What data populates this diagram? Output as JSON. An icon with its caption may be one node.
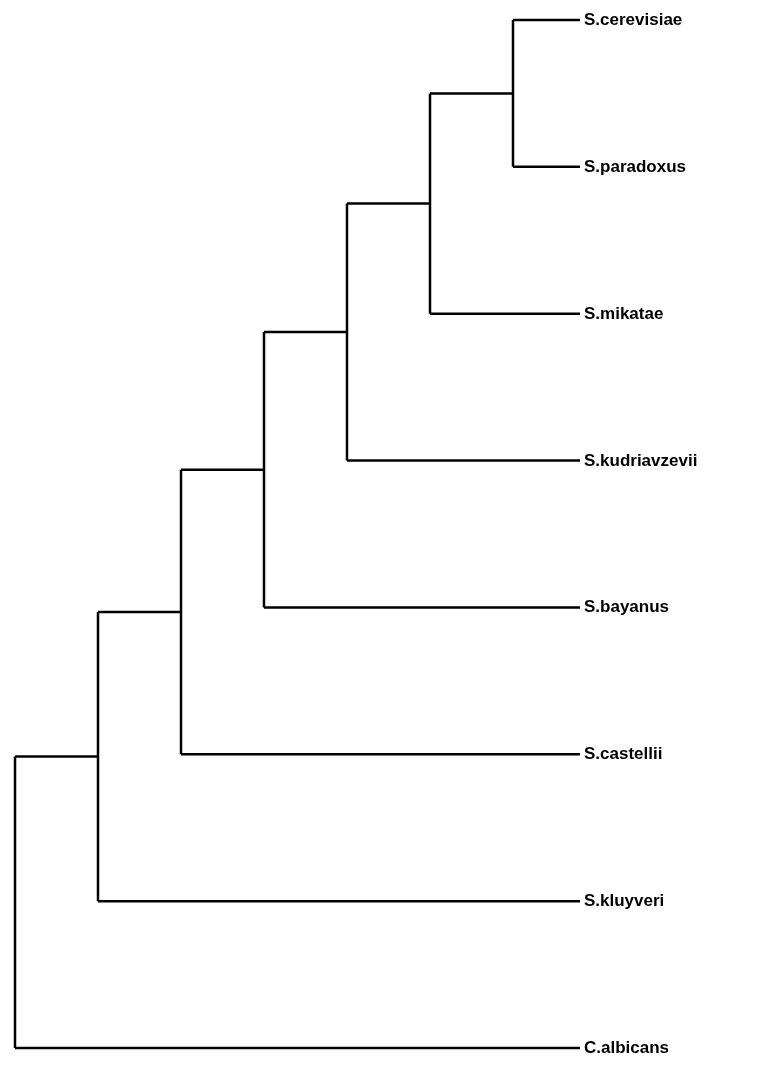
{
  "diagram": {
    "labels": [
      "S.cerevisiae",
      "S.paradoxus",
      "S.mikatae",
      "S.kudriavzevii",
      "S.bayanus",
      "S.castellii",
      "S.kluyveri",
      "C.albicans"
    ]
  }
}
